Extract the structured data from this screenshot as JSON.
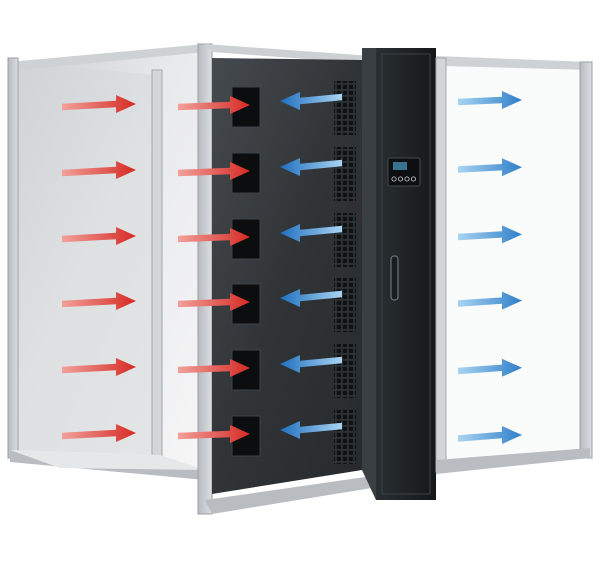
{
  "diagram": {
    "type": "airflow-illustration",
    "colors": {
      "hot_air": "#d62a24",
      "cold_air": "#2f7fc8",
      "frame": "#c9ccd0",
      "frame_edge": "#9aa0a6",
      "glass": "#e4e6e8",
      "cabinet": "#2b2f33",
      "unit": "#1f2427",
      "display": "#0d0f10"
    },
    "icons": [
      "hot-air-arrow",
      "cold-air-arrow",
      "fan-grille",
      "control-panel",
      "door-handle"
    ],
    "hot_rows": 6,
    "cold_rows": 6,
    "fan_modules": 6,
    "panel_buttons": 4
  }
}
